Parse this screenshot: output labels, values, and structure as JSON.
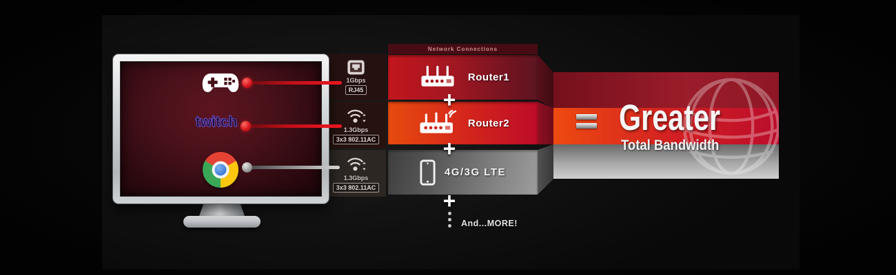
{
  "colors": {
    "accent_red": "#d11a22",
    "accent_orange_red": "#e8420f",
    "dark_red_band": "#8e1722",
    "gray_band": "#9a9a9a",
    "background": "#050505",
    "twitch_purple": "#6b49b0"
  },
  "monitor": {
    "apps": [
      {
        "icon": "game-controller-icon"
      },
      {
        "icon": "twitch-logo",
        "label": "twitch"
      },
      {
        "icon": "chrome-logo"
      }
    ]
  },
  "adapters": [
    {
      "icon": "ethernet-port-icon",
      "speed": "1Gbps",
      "type": "RJ45"
    },
    {
      "icon": "wifi-adapter-icon",
      "speed": "1.3Gbps",
      "type": "3x3 802.11AC"
    },
    {
      "icon": "wifi-adapter-icon",
      "speed": "1.3Gbps",
      "type": "3x3 802.11AC"
    }
  ],
  "network": {
    "header": "Network Connections",
    "nodes": [
      {
        "icon": "router-icon",
        "label": "Router1"
      },
      {
        "icon": "router-wireless-icon",
        "label": "Router2"
      },
      {
        "icon": "smartphone-icon",
        "label": "4G/3G LTE"
      }
    ],
    "plus_sign": "+",
    "more_label": "And...MORE!"
  },
  "result": {
    "icon": "globe-icon",
    "title": "Greater",
    "subtitle": "Total Bandwidth"
  }
}
